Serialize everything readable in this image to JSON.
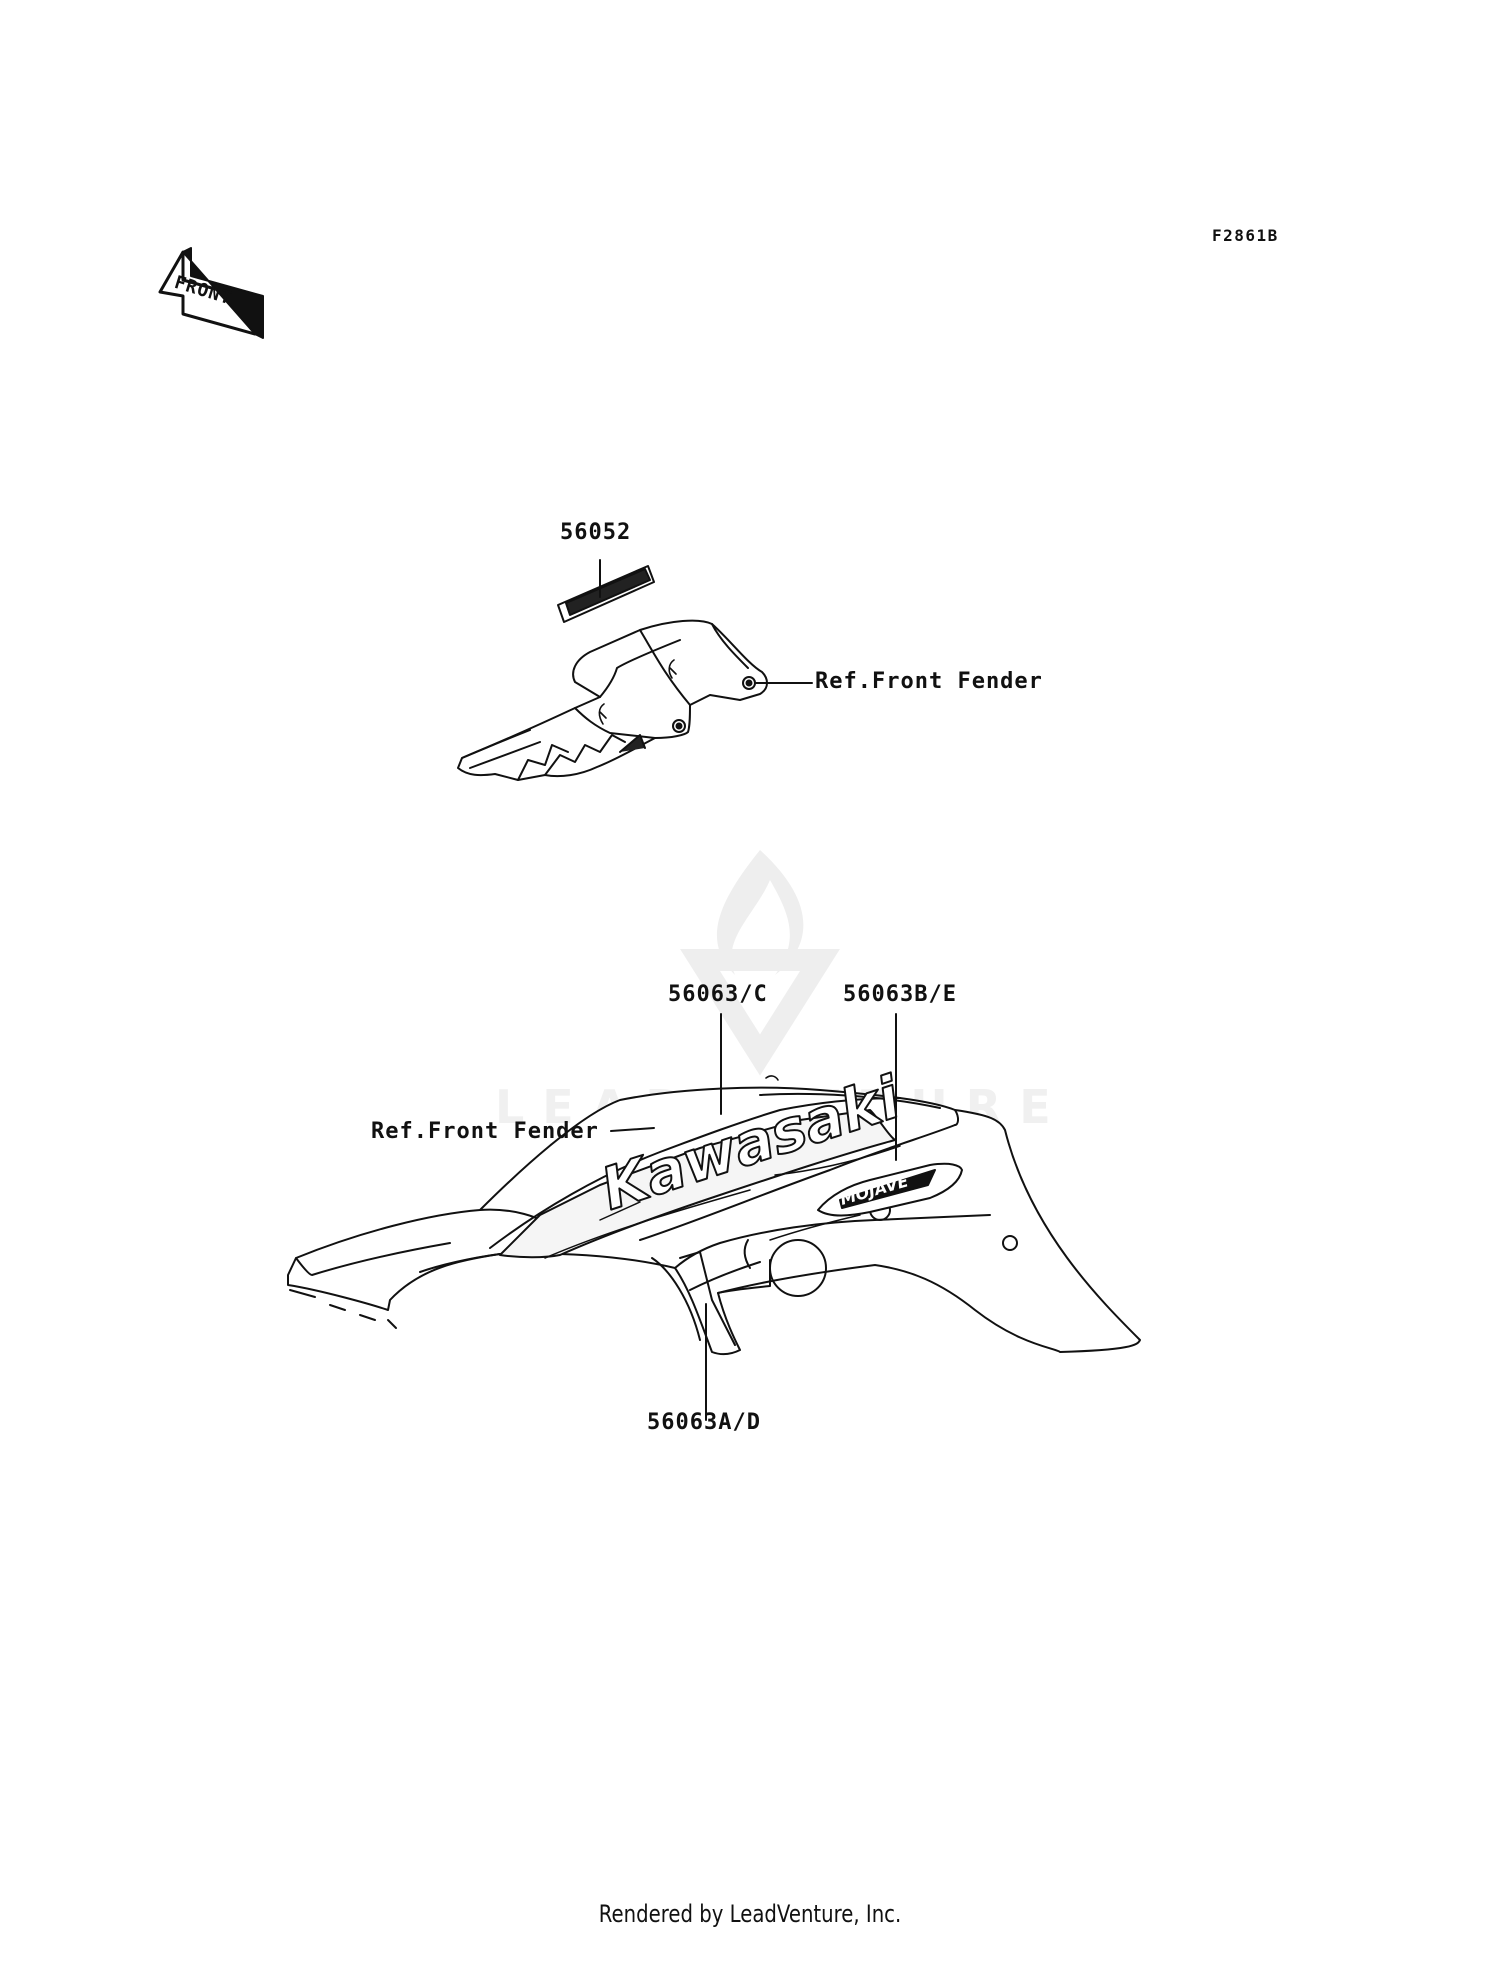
{
  "diagram": {
    "code": "F2861B",
    "front_arrow_text": "FRONT",
    "callouts": {
      "c56052": "56052",
      "ref_fender_top": "Ref.Front Fender",
      "c56063c": "56063/C",
      "c56063be": "56063B/E",
      "ref_fender_lower": "Ref.Front Fender",
      "c56063ad": "56063A/D"
    },
    "decals": {
      "brand": "Kawasaki",
      "model": "MOJAVE"
    },
    "watermark": "LEADVENTURE"
  },
  "footer": {
    "text": "Rendered by LeadVenture, Inc."
  }
}
